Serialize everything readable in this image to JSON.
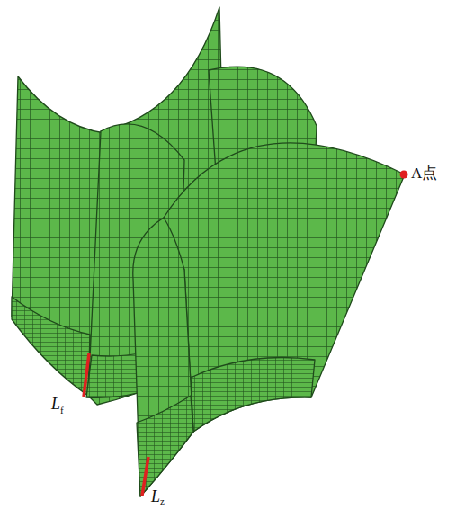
{
  "diagram": {
    "labels": [
      "A点",
      "L",
      "f",
      "L",
      "z"
    ]
  }
}
